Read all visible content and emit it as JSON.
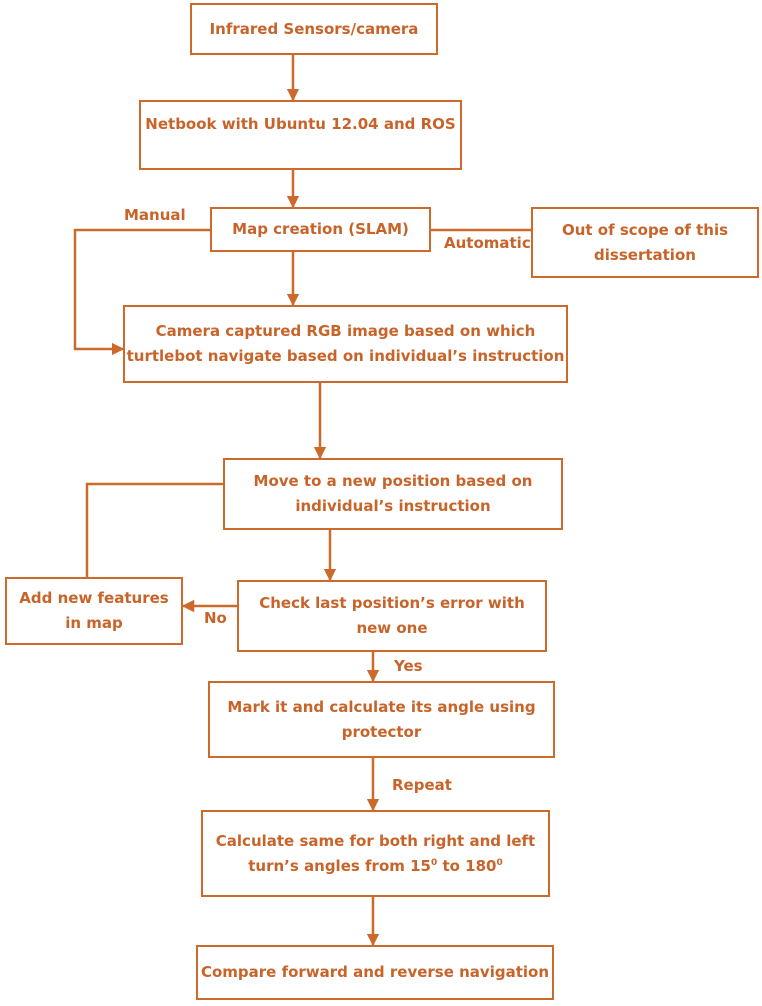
{
  "theme": {
    "stroke": "#cc6a2c",
    "text": "#c8642a",
    "background": "#ffffff"
  },
  "nodes": {
    "sensors": "Infrared Sensors/camera",
    "netbook": "Netbook with Ubuntu 12.04 and ROS",
    "slam": "Map creation (SLAM)",
    "out_of_scope": {
      "line1": "Out of scope of this",
      "line2": "dissertation"
    },
    "camera_rgb": {
      "line1": "Camera captured RGB image based on which",
      "line2": "turtlebot navigate based on individual’s instruction"
    },
    "move": {
      "line1": "Move to a new position based on",
      "line2": "individual’s instruction"
    },
    "check": {
      "line1": "Check last position’s error with",
      "line2": "new one"
    },
    "add_features": {
      "line1": "Add new features",
      "line2": "in map"
    },
    "mark": {
      "line1": "Mark it and calculate its angle using",
      "line2": "protector"
    },
    "calculate": {
      "line1": "Calculate same for both right and left",
      "line2_prefix": "turn’s angles from 15",
      "sup1": "0",
      "line2_mid": " to 180",
      "sup2": "0"
    },
    "compare": "Compare forward and reverse navigation"
  },
  "edge_labels": {
    "manual": "Manual",
    "automatic": "Automatic",
    "no": "No",
    "yes": "Yes",
    "repeat": "Repeat"
  }
}
